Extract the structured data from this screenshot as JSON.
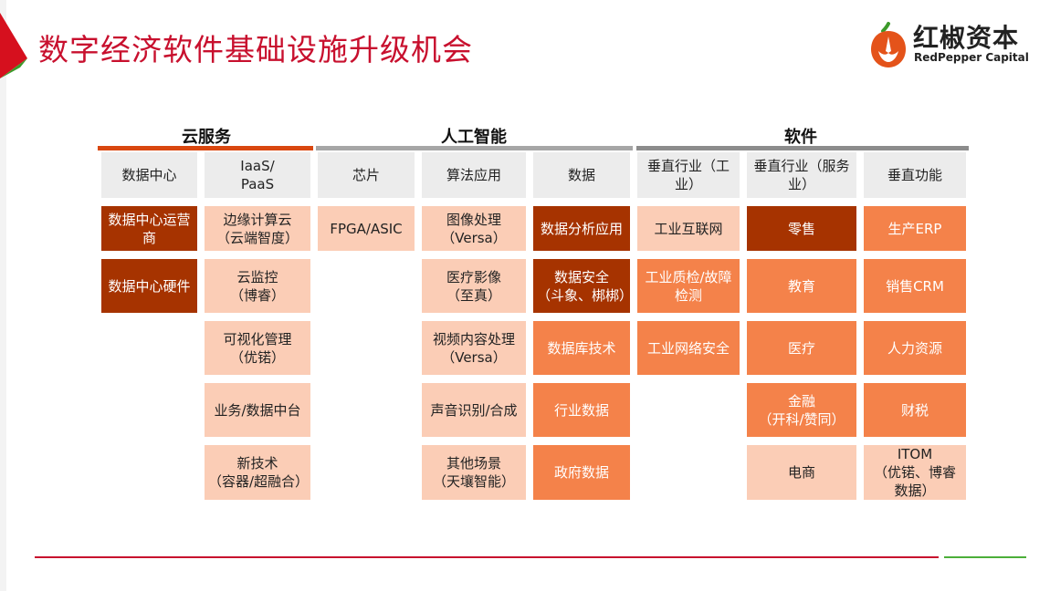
{
  "title": "数字经济软件基础设施升级机会",
  "logo": {
    "cn": "红椒资本",
    "en": "RedPepper Capital"
  },
  "colors": {
    "title": "#c8102e",
    "dark": "#a63300",
    "light": "#fbcdb6",
    "mid": "#f4824a",
    "header": "#ececec",
    "cloud_bar": "#d9470f",
    "gray_bar": "#a6a6a6",
    "software_bar": "#8c8c8c"
  },
  "sections": {
    "cloud": "云服务",
    "ai": "人工智能",
    "software": "软件"
  },
  "columns": [
    {
      "header": "数据中心",
      "cells": [
        {
          "text": "数据中心运营商",
          "style": "dark"
        },
        {
          "text": "数据中心硬件",
          "style": "dark"
        }
      ]
    },
    {
      "header": "IaaS/\nPaaS",
      "cells": [
        {
          "text": "边缘计算云\n（云端智度）",
          "style": "light"
        },
        {
          "text": "云监控\n（博睿）",
          "style": "light"
        },
        {
          "text": "可视化管理\n（优锘）",
          "style": "light"
        },
        {
          "text": "业务/数据中台",
          "style": "light"
        },
        {
          "text": "新技术\n（容器/超融合）",
          "style": "light"
        }
      ]
    },
    {
      "header": "芯片",
      "cells": [
        {
          "text": "FPGA/ASIC",
          "style": "light"
        }
      ]
    },
    {
      "header": "算法应用",
      "cells": [
        {
          "text": "图像处理\n（Versa）",
          "style": "light"
        },
        {
          "text": "医疗影像\n（至真）",
          "style": "light"
        },
        {
          "text": "视频内容处理\n（Versa）",
          "style": "light"
        },
        {
          "text": "声音识别/合成",
          "style": "light"
        },
        {
          "text": "其他场景\n（天壤智能）",
          "style": "light"
        }
      ]
    },
    {
      "header": "数据",
      "cells": [
        {
          "text": "数据分析应用",
          "style": "dark"
        },
        {
          "text": "数据安全\n（斗象、梆梆）",
          "style": "dark"
        },
        {
          "text": "数据库技术",
          "style": "mid"
        },
        {
          "text": "行业数据",
          "style": "mid"
        },
        {
          "text": "政府数据",
          "style": "mid"
        }
      ]
    },
    {
      "header": "垂直行业（工业）",
      "cells": [
        {
          "text": "工业互联网",
          "style": "light"
        },
        {
          "text": "工业质检/故障检测",
          "style": "mid"
        },
        {
          "text": "工业网络安全",
          "style": "mid"
        }
      ]
    },
    {
      "header": "垂直行业（服务业）",
      "cells": [
        {
          "text": "零售",
          "style": "dark"
        },
        {
          "text": "教育",
          "style": "mid"
        },
        {
          "text": "医疗",
          "style": "mid"
        },
        {
          "text": "金融\n（开科/赞同）",
          "style": "mid"
        },
        {
          "text": "电商",
          "style": "light"
        }
      ]
    },
    {
      "header": "垂直功能",
      "cells": [
        {
          "text": "生产ERP",
          "style": "mid"
        },
        {
          "text": "销售CRM",
          "style": "mid"
        },
        {
          "text": "人力资源",
          "style": "mid"
        },
        {
          "text": "财税",
          "style": "mid"
        },
        {
          "text": "ITOM\n（优锘、博睿数据）",
          "style": "light"
        }
      ]
    }
  ]
}
